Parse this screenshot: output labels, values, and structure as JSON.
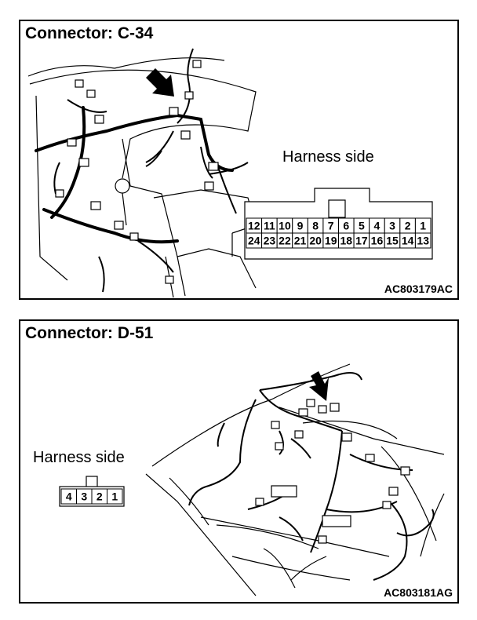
{
  "connector_c34": {
    "title": "Connector: C-34",
    "harness_label": "Harness side",
    "code": "AC803179AC",
    "pins_top": [
      "12",
      "11",
      "10",
      "9",
      "8",
      "7",
      "6",
      "5",
      "4",
      "3",
      "2",
      "1"
    ],
    "pins_bottom": [
      "24",
      "23",
      "22",
      "21",
      "20",
      "19",
      "18",
      "17",
      "16",
      "15",
      "14",
      "13"
    ]
  },
  "connector_d51": {
    "title": "Connector: D-51",
    "harness_label": "Harness side",
    "code": "AC803181AG",
    "pins": [
      "4",
      "3",
      "2",
      "1"
    ]
  }
}
